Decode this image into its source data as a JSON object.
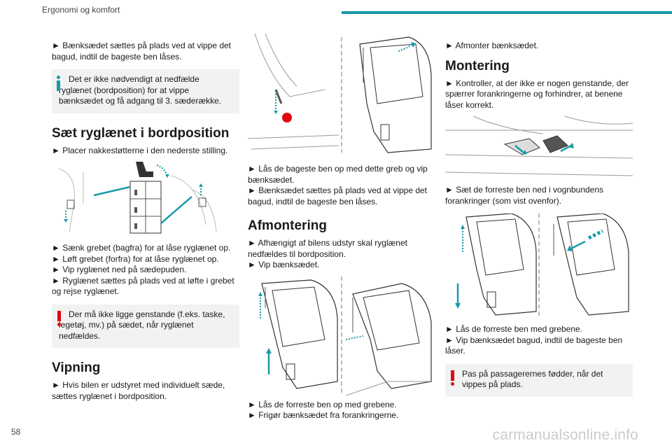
{
  "header": {
    "title": "Ergonomi og komfort"
  },
  "page_number": "58",
  "watermark": "carmanualsonline.info",
  "col1": {
    "p1": "► Bænksædet sættes på plads ved at vippe det bagud, indtil de bageste ben låses.",
    "note1": "Det er ikke nødvendigt at nedfælde ryglænet (bordposition) for at vippe bænksædet og få adgang til 3. sæderække.",
    "h_bord": "Sæt ryglænet i bordposition",
    "p2": "► Placer nakkestøtterne i den nederste stilling.",
    "steps": [
      "► Sænk grebet (bagfra) for at låse ryglænet op.",
      "► Løft grebet (forfra) for at låse ryglænet op.",
      "► Vip ryglænet ned på sædepuden.",
      "► Ryglænet sættes på plads ved at løfte i grebet og rejse ryglænet."
    ],
    "warn1": "Der må ikke ligge genstande (f.eks. taske, legetøj, mv.) på sædet, når ryglænet nedfældes.",
    "h_vip": "Vipning",
    "p3": "► Hvis bilen er udstyret med individuelt sæde, sættes ryglænet i bordposition."
  },
  "col2": {
    "p1": "► Lås de bageste ben op med dette greb og vip bænksædet.",
    "p2": "► Bænksædet sættes på plads ved at vippe det bagud, indtil de bageste ben låses.",
    "h_afm": "Afmontering",
    "p3": "► Afhængigt af bilens udstyr skal ryglænet nedfældes til bordposition.",
    "p4": "► Vip bænksædet.",
    "p5": "► Lås de forreste ben op med grebene.",
    "p6": "► Frigør bænksædet fra forankringerne."
  },
  "col3": {
    "p1": "► Afmonter bænksædet.",
    "h_mont": "Montering",
    "p2": "► Kontroller, at der ikke er nogen genstande, der spærrer forankringerne og forhindrer, at benene låser korrekt.",
    "p3": "► Sæt de forreste ben ned i vognbundens forankringer (som vist ovenfor).",
    "p4": "► Lås de forreste ben med grebene.",
    "p5": "► Vip bænksædet bagud, indtil de bageste ben låser.",
    "warn1": "Pas på passagerernes fødder, når det vippes på plads."
  },
  "colors": {
    "accent": "#1a9aa8",
    "warning": "#e30613",
    "note_bg": "#f1f2f2"
  },
  "icons": [
    "info-icon",
    "warning-icon"
  ]
}
